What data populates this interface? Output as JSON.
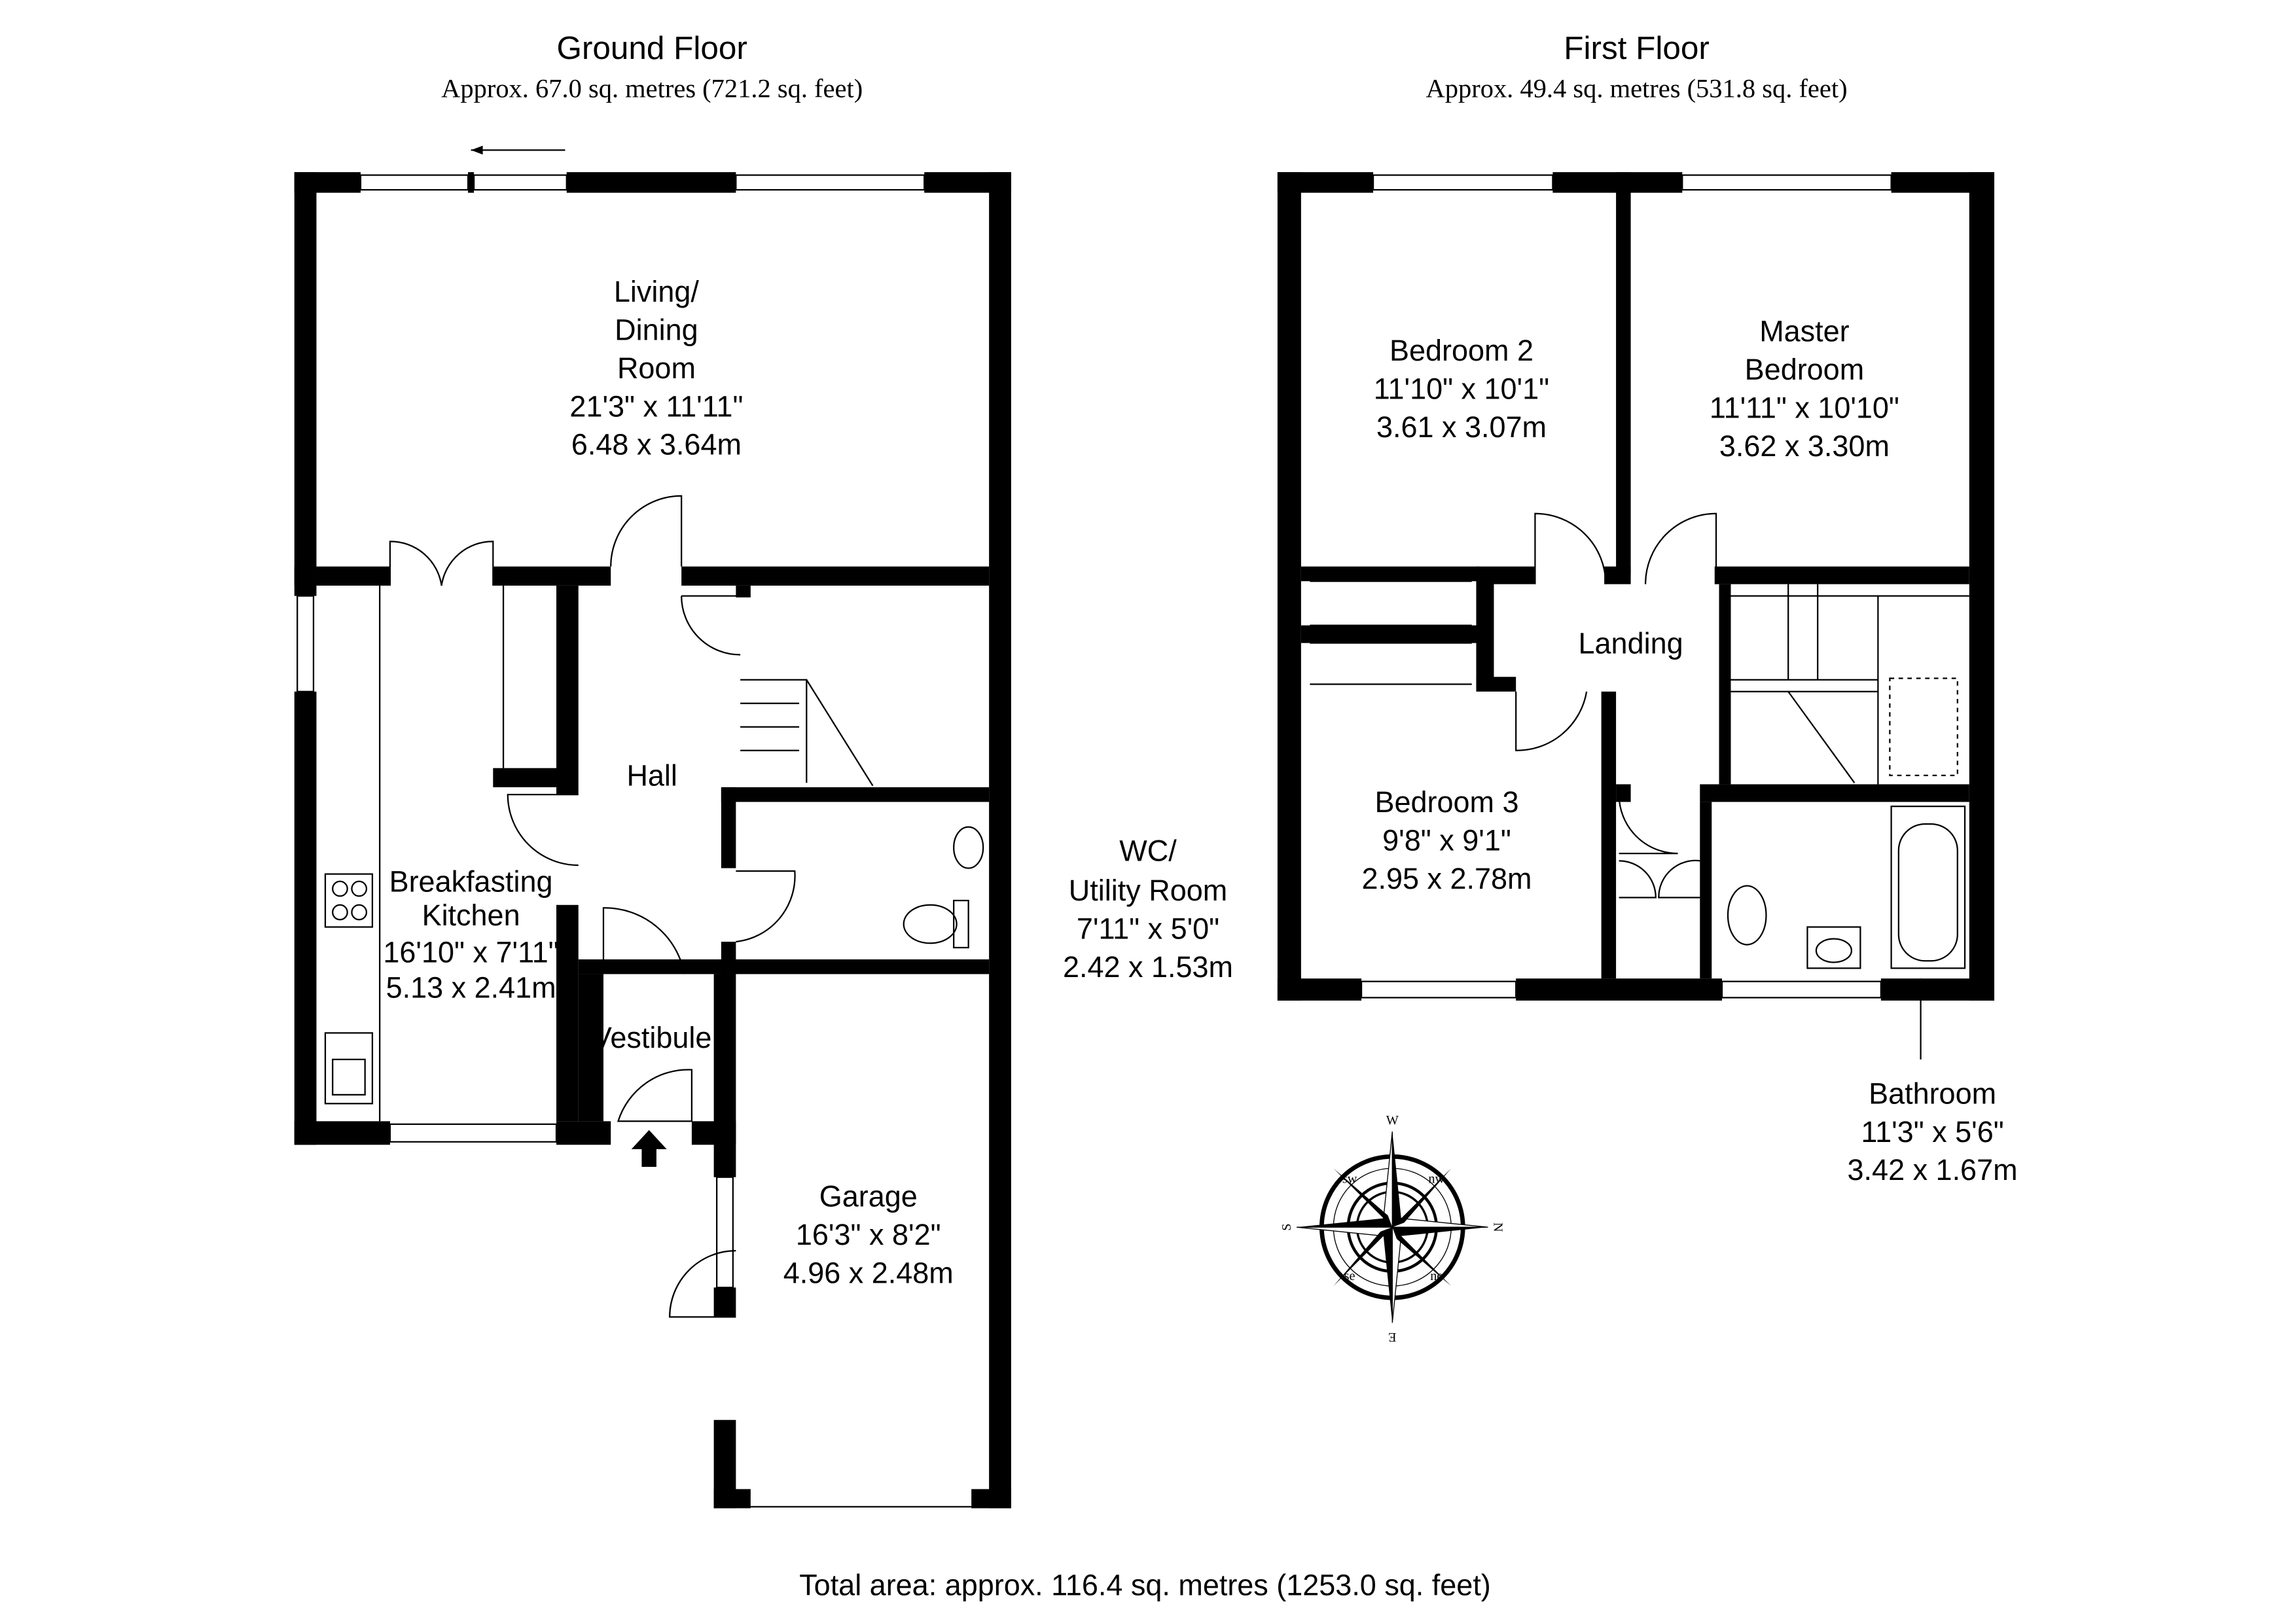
{
  "floors": {
    "ground": {
      "title": "Ground Floor",
      "area": "Approx. 67.0 sq. metres (721.2 sq. feet)"
    },
    "first": {
      "title": "First Floor",
      "area": "Approx. 49.4 sq. metres (531.8 sq. feet)"
    }
  },
  "rooms": {
    "living": [
      "Living/",
      "Dining",
      "Room",
      "21'3\" x 11'11\"",
      "6.48 x 3.64m"
    ],
    "hall": [
      "Hall"
    ],
    "kitchen": [
      "Breakfasting",
      "Kitchen",
      "16'10\" x 7'11\"",
      "5.13 x 2.41m"
    ],
    "wc": [
      "WC/",
      "Utility Room",
      "7'11\" x 5'0\"",
      "2.42 x 1.53m"
    ],
    "vestibule": [
      "Vestibule"
    ],
    "garage": [
      "Garage",
      "16'3\" x 8'2\"",
      "4.96 x 2.48m"
    ],
    "bedroom2": [
      "Bedroom 2",
      "11'10\" x 10'1\"",
      "3.61 x 3.07m"
    ],
    "master": [
      "Master",
      "Bedroom",
      "11'11\" x 10'10\"",
      "3.62 x 3.30m"
    ],
    "landing": [
      "Landing"
    ],
    "bedroom3": [
      "Bedroom 3",
      "9'8\" x 9'1\"",
      "2.95 x 2.78m"
    ],
    "bathroom": [
      "Bathroom",
      "11'3\" x 5'6\"",
      "3.42 x 1.67m"
    ]
  },
  "compass": {
    "n": "N",
    "s": "S",
    "e": "E",
    "w": "W",
    "ne": "ne",
    "nw": "nw",
    "se": "se",
    "sw": "sw"
  },
  "total_area": "Total area: approx. 116.4 sq. metres (1253.0 sq. feet)"
}
